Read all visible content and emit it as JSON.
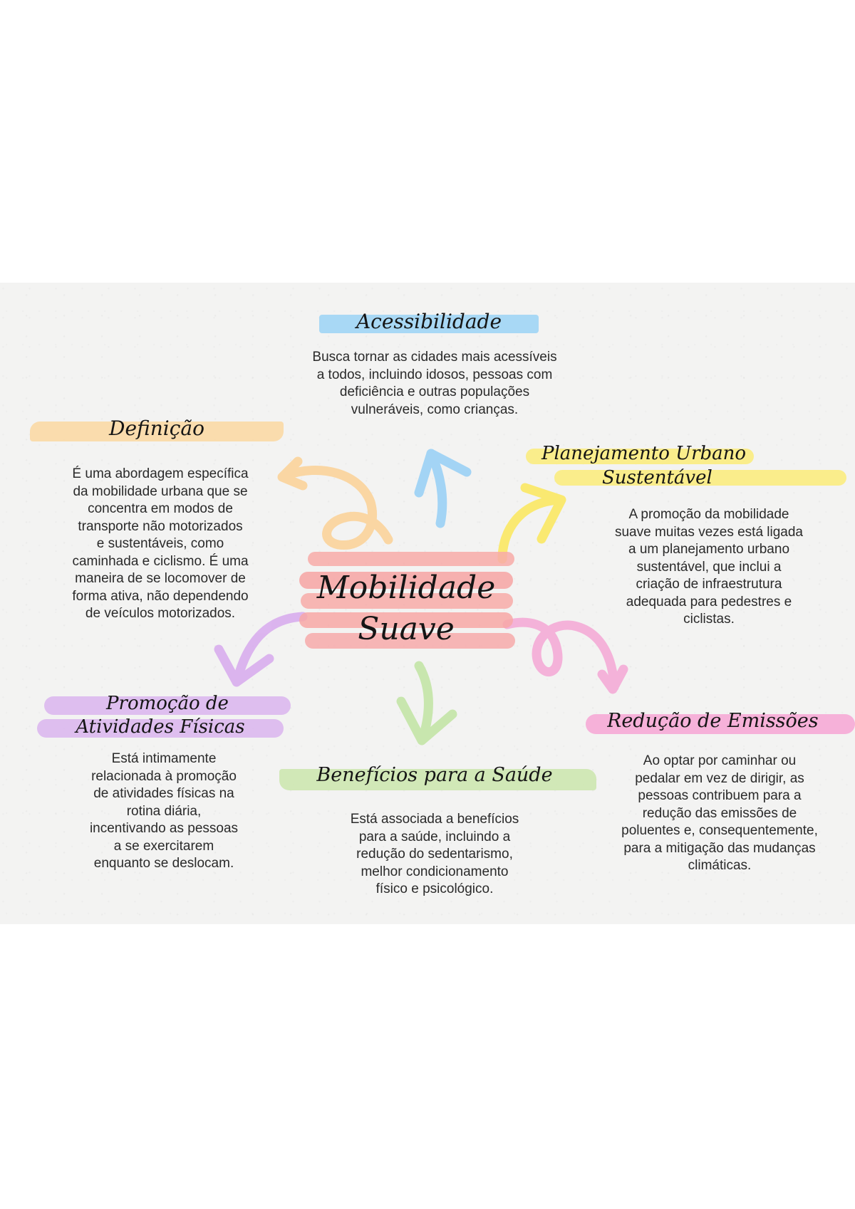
{
  "center": {
    "line1": "Mobilidade",
    "line2": "Suave",
    "highlight_color": "#f7a7a6"
  },
  "nodes": {
    "acessibilidade": {
      "title": "Acessibilidade",
      "text": "Busca tornar as cidades mais acessíveis\na todos, incluindo idosos, pessoas com\ndeficiência e outras populações\nvulneráveis, como crianças.",
      "color": "#a8d8f5"
    },
    "definicao": {
      "title": "Definição",
      "text": "É uma abordagem específica\nda mobilidade urbana que se\nconcentra em modos de\ntransporte não motorizados\ne sustentáveis, como\ncaminhada e ciclismo. É uma\nmaneira de se locomover de\nforma ativa, não dependendo\nde veículos motorizados.",
      "color": "#fbd9a5"
    },
    "planejamento": {
      "title_line1": "Planejamento Urbano",
      "title_line2": "Sustentável",
      "text": "A promoção da mobilidade\nsuave muitas vezes está ligada\na um planejamento urbano\nsustentável, que inclui a\ncriação de infraestrutura\nadequada para pedestres e\nciclistas.",
      "color": "#fbec80"
    },
    "atividades": {
      "title_line1": "Promoção de",
      "title_line2": "Atividades Físicas",
      "text": "Está intimamente\nrelacionada à promoção\nde atividades físicas na\nrotina diária,\nincentivando as pessoas\na se exercitarem\nenquanto se deslocam.",
      "color": "#dcb8ee"
    },
    "saude": {
      "title": "Benefícios para a Saúde",
      "text": "Está associada a benefícios\npara a saúde, incluindo a\nredução do sedentarismo,\nmelhor condicionamento\nfísico e psicológico.",
      "color": "#cfe7b3"
    },
    "emissoes": {
      "title": "Redução de Emissões",
      "text": "Ao optar por caminhar ou\npedalar em vez de dirigir, as\npessoas contribuem para a\nredução das emissões de\npoluentes e, consequentemente,\npara a mitigação das mudanças\nclimáticas.",
      "color": "#f6b1d9"
    }
  },
  "arrows": {
    "orange": "#fbd59f",
    "blue": "#9fd3f6",
    "yellow": "#fbe96b",
    "purple": "#dab1ee",
    "green": "#c6e6ab",
    "pink": "#f5afd8"
  }
}
